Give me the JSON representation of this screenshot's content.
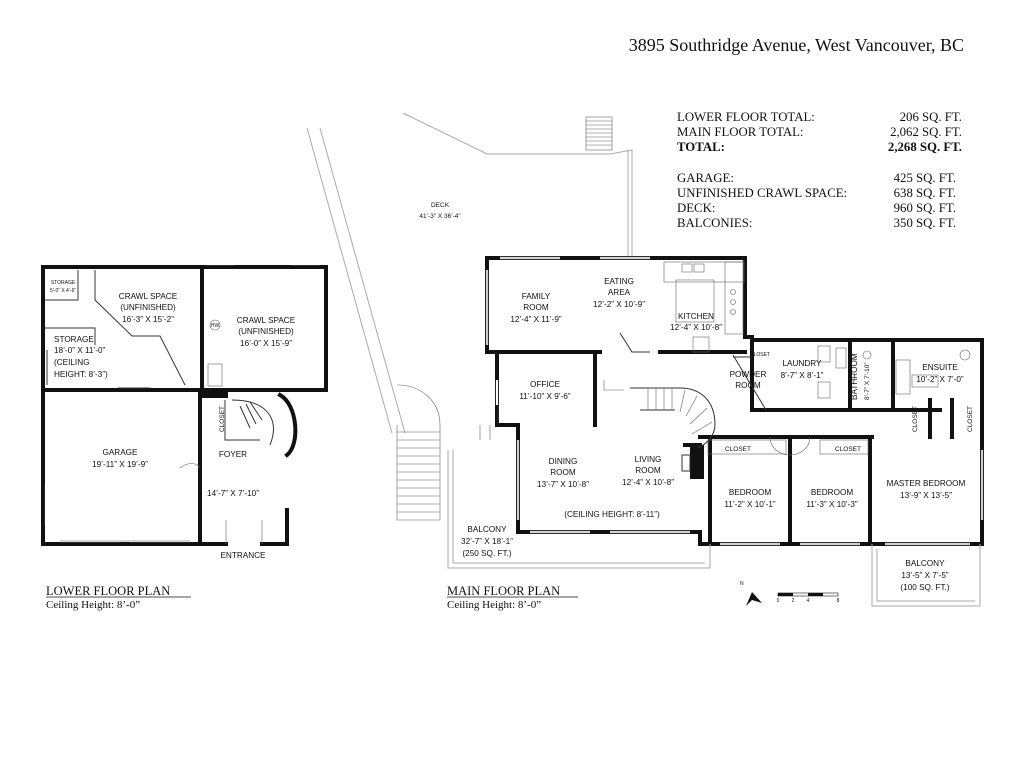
{
  "header": {
    "address": "3895 Southridge Avenue, West Vancouver, BC"
  },
  "totals": [
    {
      "label": "LOWER FLOOR TOTAL:",
      "value": "206 SQ. FT.",
      "bold": false
    },
    {
      "label": "MAIN FLOOR TOTAL:",
      "value": "2,062 SQ. FT.",
      "bold": false
    },
    {
      "label": "TOTAL:",
      "value": "2,268 SQ. FT.",
      "bold": true
    }
  ],
  "extras": [
    {
      "label": "GARAGE:",
      "value": "425 SQ. FT."
    },
    {
      "label": "UNFINISHED CRAWL SPACE:",
      "value": "638 SQ. FT."
    },
    {
      "label": "DECK:",
      "value": "960 SQ. FT."
    },
    {
      "label": "BALCONIES:",
      "value": "350 SQ. FT."
    }
  ],
  "lower_floor": {
    "title": "LOWER FLOOR PLAN",
    "ceiling": "Ceiling Height: 8’-0”",
    "rooms": {
      "storage_small": {
        "name": "STORAGE",
        "dims": "5’-0” X 4’-6”"
      },
      "crawl_1": {
        "name1": "CRAWL SPACE",
        "name2": "(UNFINISHED)",
        "dims": "16’-3” X 15’-2”"
      },
      "crawl_2": {
        "name1": "CRAWL SPACE",
        "name2": "(UNFINISHED)",
        "dims": "16’-0” X 15’-9”"
      },
      "storage": {
        "name": "STORAGE",
        "dims": "18’-0” X 11’-0”",
        "note1": "(CEILING",
        "note2": "HEIGHT: 8’-3”)"
      },
      "garage": {
        "name": "GARAGE",
        "dims": "19’-11” X 19’-9”"
      },
      "foyer": {
        "name": "FOYER",
        "dims": "14’-7” X 7’-10”"
      },
      "closet": {
        "name": "CLOSET"
      },
      "entrance": {
        "name": "ENTRANCE"
      },
      "hw": {
        "name": "HW"
      }
    }
  },
  "main_floor": {
    "title": "MAIN FLOOR PLAN",
    "ceiling": "Ceiling Height: 8’-0”",
    "rooms": {
      "deck": {
        "name": "DECK",
        "dims": "41’-3” X 36’-4”"
      },
      "family": {
        "name1": "FAMILY",
        "name2": "ROOM",
        "dims": "12’-4” X 11’-9”"
      },
      "eating": {
        "name1": "EATING",
        "name2": "AREA",
        "dims": "12’-2” X 10’-9”"
      },
      "kitchen": {
        "name": "KITCHEN",
        "dims": "12’-4” X 10’-8”"
      },
      "office": {
        "name": "OFFICE",
        "dims": "11’-10” X 9’-6”"
      },
      "powder": {
        "name1": "POWDER",
        "name2": "ROOM"
      },
      "laundry": {
        "name": "LAUNDRY",
        "dims": "8’-7” X 8’-1”"
      },
      "bathroom": {
        "name": "BATHROOM",
        "dims": "8’-7” X 7’-10”"
      },
      "ensuite": {
        "name": "ENSUITE",
        "dims": "10’-2” X 7’-0”"
      },
      "dining": {
        "name1": "DINING",
        "name2": "ROOM",
        "dims": "13’-7” X 10’-8”"
      },
      "living": {
        "name1": "LIVING",
        "name2": "ROOM",
        "dims": "12’-4” X 10’-8”"
      },
      "ceiling_note": "(CEILING HEIGHT: 8’-11”)",
      "bedroom_1": {
        "name": "BEDROOM",
        "dims": "11’-2” X 10’-1”"
      },
      "bedroom_2": {
        "name": "BEDROOM",
        "dims": "11’-3” X 10’-3”"
      },
      "master": {
        "name": "MASTER BEDROOM",
        "dims": "13’-9” X 13’-5”"
      },
      "balcony_left": {
        "name": "BALCONY",
        "dims": "32’-7” X 18’-1”",
        "area": "(250 SQ. FT.)"
      },
      "balcony_right": {
        "name": "BALCONY",
        "dims": "13’-5” X 7’-5”",
        "area": "(100 SQ. FT.)"
      },
      "closet": "CLOSET"
    }
  },
  "compass": {
    "label": "N"
  },
  "scale_bar": {
    "ticks": [
      "0",
      "2",
      "4",
      "8"
    ]
  }
}
